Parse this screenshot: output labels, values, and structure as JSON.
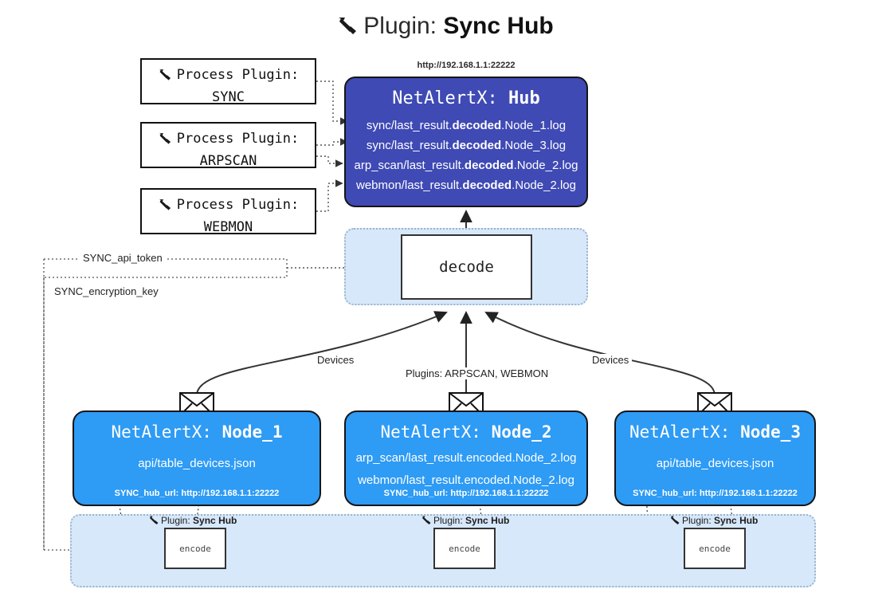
{
  "title": {
    "prefix": "Plugin:",
    "name": "Sync Hub",
    "icon": "plug-icon"
  },
  "process_plugins": [
    {
      "label": "Process Plugin:",
      "name": "SYNC",
      "icon": "plug-icon"
    },
    {
      "label": "Process Plugin:",
      "name": "ARPSCAN",
      "icon": "plug-icon"
    },
    {
      "label": "Process Plugin:",
      "name": "WEBMON",
      "icon": "plug-icon"
    }
  ],
  "hub": {
    "url": "http://192.168.1.1:22222",
    "app": "NetAlertX:",
    "name": "Hub",
    "logs": [
      {
        "pre": "sync/last_result.",
        "mid": "decoded",
        "post": ".Node_1.log"
      },
      {
        "pre": "sync/last_result.",
        "mid": "decoded",
        "post": ".Node_3.log"
      },
      {
        "pre": "arp_scan/last_result.",
        "mid": "decoded",
        "post": ".Node_2.log"
      },
      {
        "pre": "webmon/last_result.",
        "mid": "decoded",
        "post": ".Node_2.log"
      }
    ]
  },
  "decode": {
    "label": "decode"
  },
  "settings": {
    "api_token": "SYNC_api_token",
    "encryption_key": "SYNC_encryption_key"
  },
  "edge_labels": {
    "devices_left": "Devices",
    "devices_right": "Devices",
    "plugins_center": "Plugins: ARPSCAN, WEBMON"
  },
  "nodes": [
    {
      "app": "NetAlertX:",
      "name": "Node_1",
      "lines": [
        "api/table_devices.json"
      ],
      "hub_url": "SYNC_hub_url: http://192.168.1.1:22222",
      "icon": "envelope-icon"
    },
    {
      "app": "NetAlertX:",
      "name": "Node_2",
      "lines": [
        "arp_scan/last_result.encoded.Node_2.log",
        "webmon/last_result.encoded.Node_2.log"
      ],
      "hub_url": "SYNC_hub_url: http://192.168.1.1:22222",
      "icon": "envelope-icon"
    },
    {
      "app": "NetAlertX:",
      "name": "Node_3",
      "lines": [
        "api/table_devices.json"
      ],
      "hub_url": "SYNC_hub_url: http://192.168.1.1:22222",
      "icon": "envelope-icon"
    }
  ],
  "encoders": [
    {
      "plugin_prefix": "Plugin:",
      "plugin_name": "Sync Hub",
      "label": "encode",
      "icon": "plug-icon"
    },
    {
      "plugin_prefix": "Plugin:",
      "plugin_name": "Sync Hub",
      "label": "encode",
      "icon": "plug-icon"
    },
    {
      "plugin_prefix": "Plugin:",
      "plugin_name": "Sync Hub",
      "label": "encode",
      "icon": "plug-icon"
    }
  ],
  "colors": {
    "hub_fill": "#3f4ab4",
    "node_fill": "#2e9bf5",
    "container_fill": "#d7e8fa",
    "stroke": "#333333"
  }
}
